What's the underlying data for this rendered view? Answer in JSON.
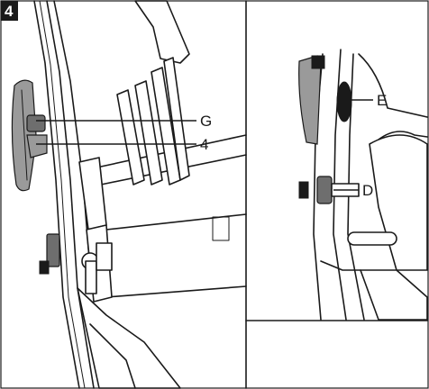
{
  "step_number": "4",
  "callouts": {
    "g": "G",
    "four": "4",
    "e": "E",
    "d": "D"
  },
  "colors": {
    "ink": "#1a1a1a",
    "shade_light": "#9a9a9a",
    "shade_dark": "#6e6e6e",
    "badge": "#1a1a1a"
  }
}
